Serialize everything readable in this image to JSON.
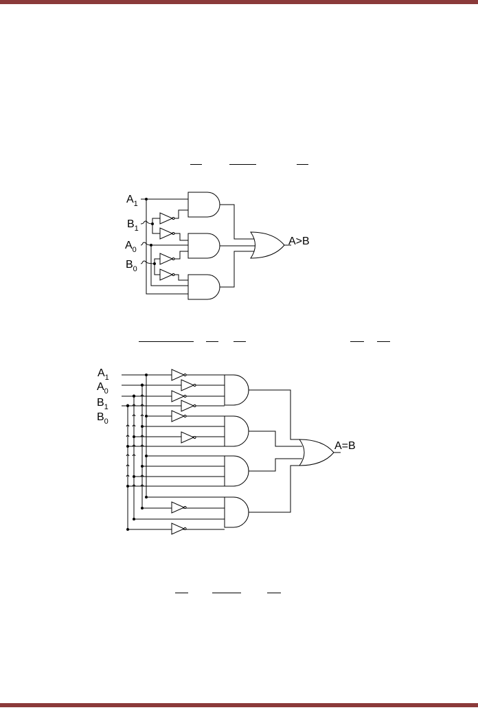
{
  "page": {
    "accent_color": "#8b3a3a"
  },
  "diagram_gt": {
    "inputs": [
      {
        "letter": "A",
        "sub": "1"
      },
      {
        "letter": "B",
        "sub": "1"
      },
      {
        "letter": "A",
        "sub": "0"
      },
      {
        "letter": "B",
        "sub": "0"
      }
    ],
    "output_label": "A>B"
  },
  "diagram_eq": {
    "inputs": [
      {
        "letter": "A",
        "sub": "1"
      },
      {
        "letter": "A",
        "sub": "0"
      },
      {
        "letter": "B",
        "sub": "1"
      },
      {
        "letter": "B",
        "sub": "0"
      }
    ],
    "output_label": "A=B"
  }
}
